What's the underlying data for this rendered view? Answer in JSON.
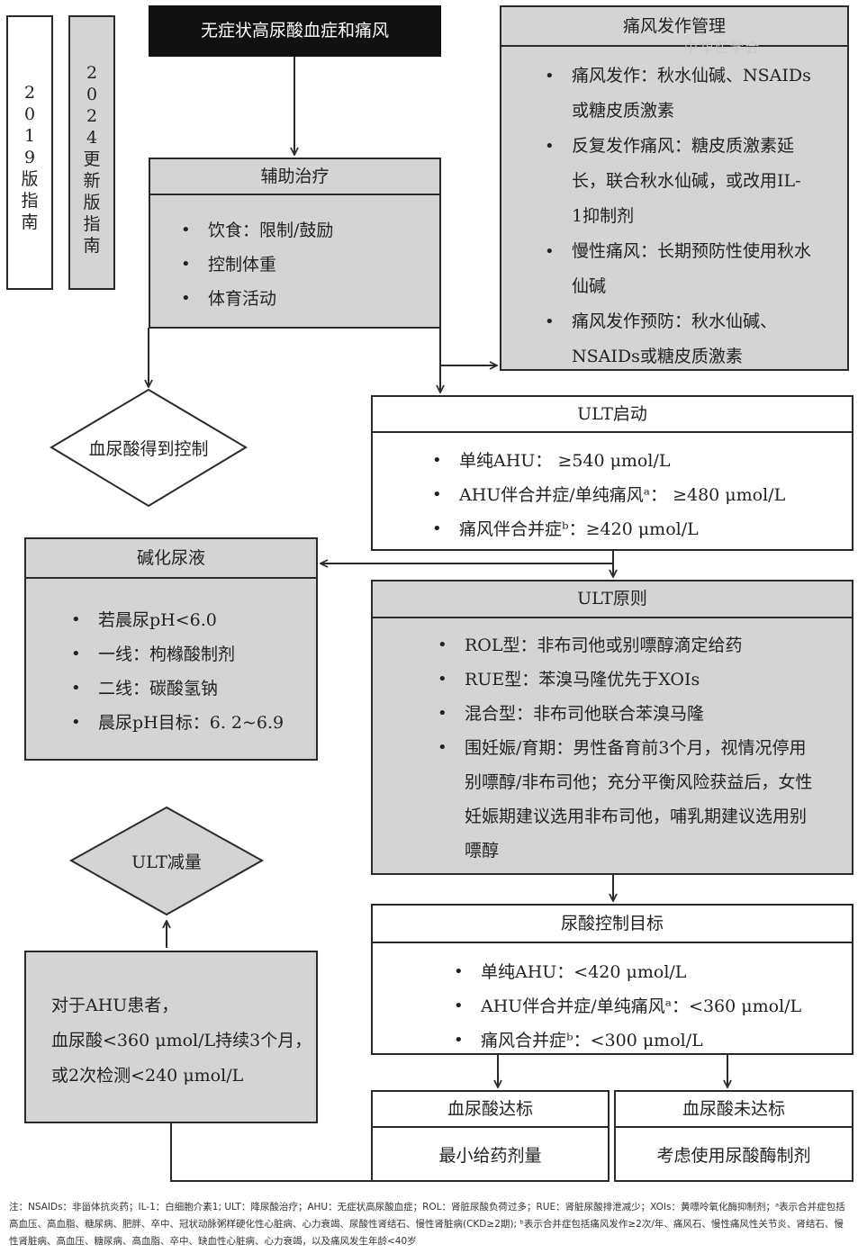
{
  "versions": {
    "v2019": "2019版指南",
    "v2024": "2024更新版指南"
  },
  "watermark": "中华医学会",
  "top_box": "无症状高尿酸血症和痛风",
  "adjunct": {
    "title": "辅助治疗",
    "items": [
      "饮食：限制/鼓励",
      "控制体重",
      "体育活动"
    ]
  },
  "flare": {
    "title": "痛风发作管理",
    "items": [
      "痛风发作：秋水仙碱、NSAIDs或糖皮质激素",
      "反复发作痛风：糖皮质激素延长，联合秋水仙碱，或改用IL-1抑制剂",
      "慢性痛风：长期预防性使用秋水仙碱",
      "痛风发作预防：秋水仙碱、NSAIDs或糖皮质激素"
    ]
  },
  "controlled_diamond": "血尿酸得到控制",
  "ult_start": {
    "title": "ULT启动",
    "items": [
      "单纯AHU：  ≥540 μmol/L",
      "AHU伴合并症/单纯痛风ᵃ：  ≥480 μmol/L",
      "痛风伴合并症ᵇ：≥420 μmol/L"
    ]
  },
  "alkalize": {
    "title": "碱化尿液",
    "items": [
      "若晨尿pH<6.0",
      "一线：枸橼酸制剂",
      "二线：碳酸氢钠",
      "晨尿pH目标：6. 2~6.9"
    ]
  },
  "ult_principle": {
    "title": "ULT原则",
    "items": [
      "ROL型：非布司他或别嘌醇滴定给药",
      "RUE型：苯溴马隆优先于XOIs",
      "混合型：非布司他联合苯溴马隆",
      "围妊娠/育期：男性备育前3个月，视情况停用别嘌醇/非布司他；充分平衡风险获益后，女性妊娠期建议选用非布司他，哺乳期建议选用别嘌醇"
    ]
  },
  "ult_reduce_diamond": "ULT减量",
  "ahu_note": {
    "lines": [
      "对于AHU患者，",
      "血尿酸<360 μmol/L持续3个月，",
      "或2次检测<240 μmol/L"
    ]
  },
  "target": {
    "title": "尿酸控制目标",
    "items": [
      "单纯AHU：<420 μmol/L",
      "AHU伴合并症/单纯痛风ᵃ：<360 μmol/L",
      "痛风合并症ᵇ：<300 μmol/L"
    ]
  },
  "reached": {
    "title": "血尿酸达标",
    "body": "最小给药剂量"
  },
  "not_reached": {
    "title": "血尿酸未达标",
    "body": "考虑使用尿酸酶制剂"
  },
  "footnote": "注：NSAIDs：非甾体抗炎药；IL-1：白细胞介素1; ULT：降尿酸治疗；AHU：无症状高尿酸血症；ROL：肾脏尿酸负荷过多；RUE：肾脏尿酸排泄减少；XOIs：黄嘌呤氧化酶抑制剂；ᵃ表示合并症包括高血压、高血脂、糖尿病、肥胖、卒中、冠状动脉粥样硬化性心脏病、心力衰竭、尿酸性肾结石、慢性肾脏病(CKD≥2期); ᵇ表示合并症包括痛风发作≥2次/年、痛风石、慢性痛风性关节炎、肾结石、慢性肾脏病、高血压、糖尿病、高血脂、卒中、缺血性心脏病、心力衰竭，以及痛风发生年龄<40岁",
  "colors": {
    "box_gray": "#d4d4d4",
    "black_box": "#111111",
    "line": "#2a2a2a"
  }
}
